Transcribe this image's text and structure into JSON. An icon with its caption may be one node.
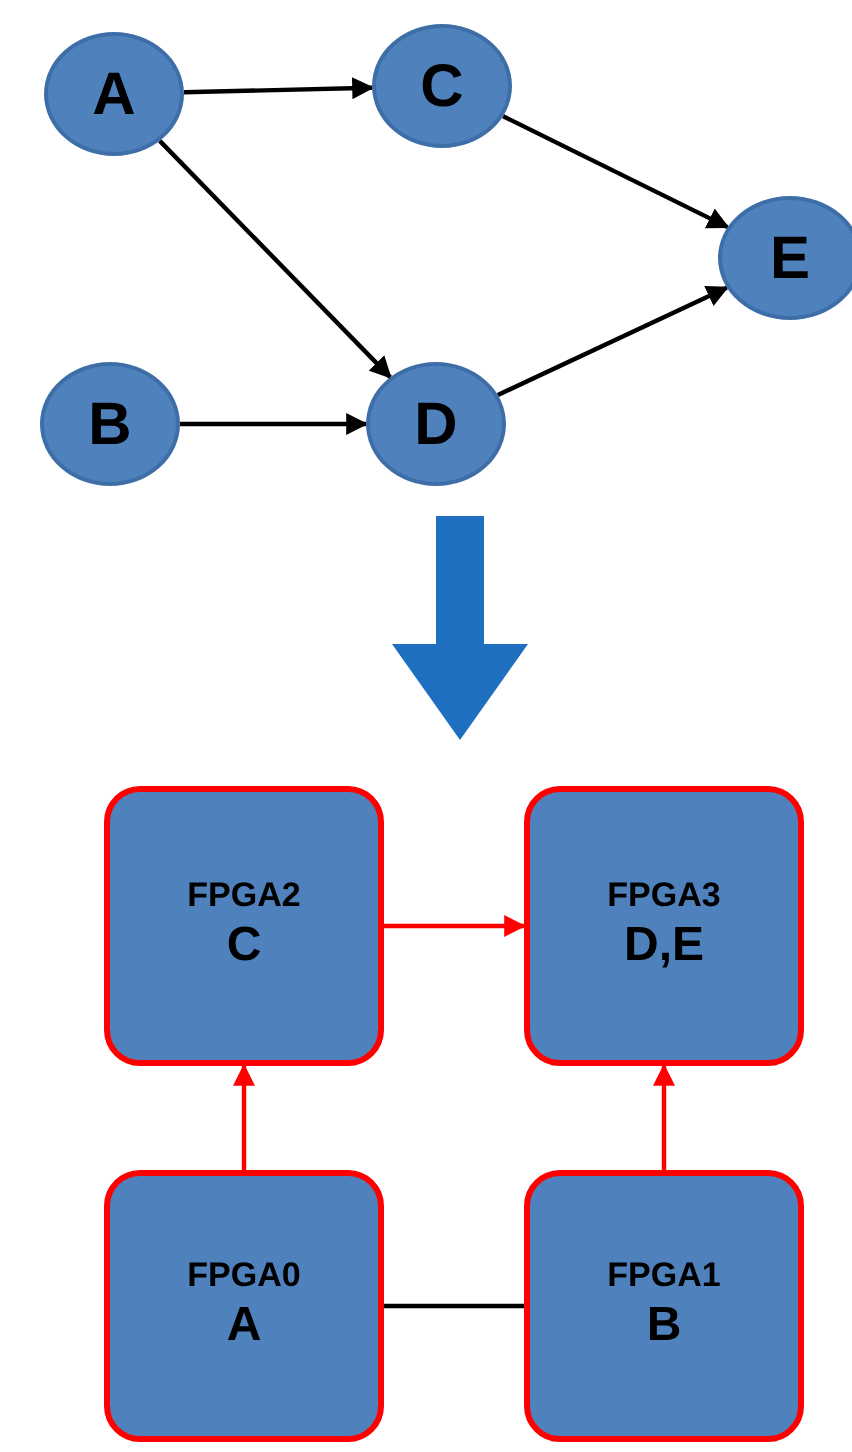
{
  "diagram": {
    "nodes": [
      {
        "text": [
          "A"
        ]
      },
      {
        "text": [
          "C"
        ]
      },
      {
        "text": [
          "E"
        ]
      },
      {
        "text": [
          "B"
        ]
      },
      {
        "text": [
          "D"
        ]
      },
      {
        "text": [
          "FPGA2",
          "C"
        ]
      },
      {
        "text": [
          "FPGA3",
          "D,E"
        ]
      },
      {
        "text": [
          "FPGA0",
          "A"
        ]
      },
      {
        "text": [
          "FPGA1",
          "B"
        ]
      }
    ],
    "edges": [
      {
        "from": 0,
        "to": 1,
        "arrow": "to"
      },
      {
        "from": 0,
        "to": 4,
        "arrow": "to"
      },
      {
        "from": 1,
        "to": 2,
        "arrow": "to"
      },
      {
        "from": 3,
        "to": 4,
        "arrow": "to"
      },
      {
        "from": 4,
        "to": 2,
        "arrow": "to"
      },
      {
        "from": 5,
        "to": 6,
        "arrow": "to",
        "color": "#ff0000"
      },
      {
        "from": 7,
        "to": 5,
        "arrow": "to",
        "color": "#ff0000"
      },
      {
        "from": 8,
        "to": 6,
        "arrow": "to",
        "color": "#ff0000"
      },
      {
        "from": 7,
        "to": 8,
        "arrow": "none"
      }
    ]
  }
}
